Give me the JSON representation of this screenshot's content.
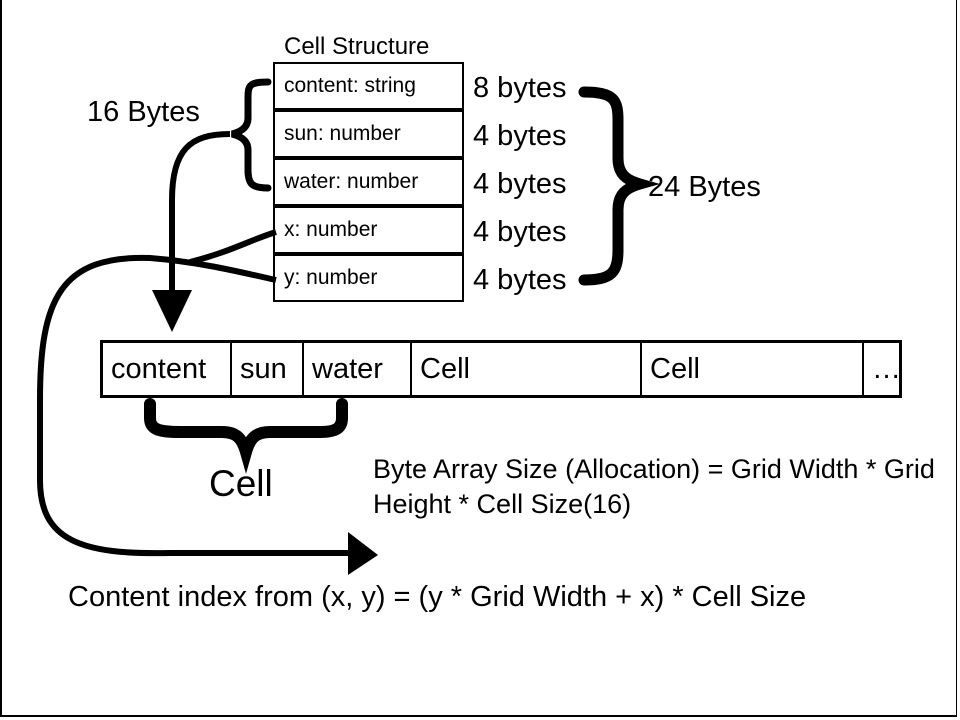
{
  "structure": {
    "title": "Cell Structure",
    "fields": [
      {
        "label": "content: string",
        "size": "8 bytes"
      },
      {
        "label": "sun: number",
        "size": "4 bytes"
      },
      {
        "label": "water: number",
        "size": "4 bytes"
      },
      {
        "label": "x: number",
        "size": "4 bytes"
      },
      {
        "label": "y: number",
        "size": "4 bytes"
      }
    ],
    "stored_total": "16 Bytes",
    "full_total": "24 Bytes"
  },
  "byte_array": {
    "segments": [
      "content",
      "sun",
      "water",
      "Cell",
      "Cell",
      "…"
    ],
    "group_label": "Cell"
  },
  "formulas": {
    "allocation": "Byte Array Size (Allocation) = Grid Width * Grid Height  * Cell Size(16)",
    "index": "Content index from (x, y) = (y * Grid Width + x) * Cell Size"
  }
}
